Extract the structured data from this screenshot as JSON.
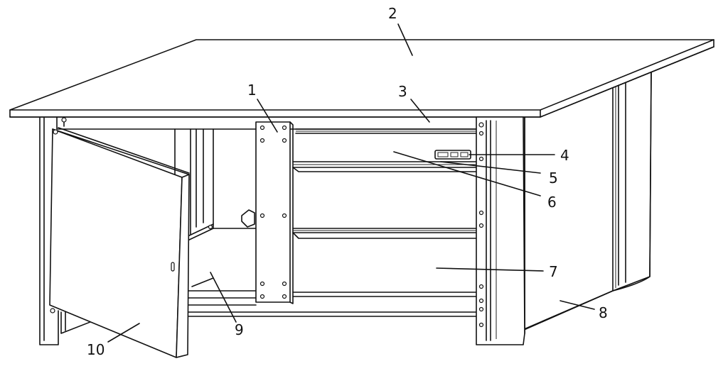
{
  "figure": {
    "labels": [
      {
        "id": "label-1",
        "text": "1"
      },
      {
        "id": "label-2",
        "text": "2"
      },
      {
        "id": "label-3",
        "text": "3"
      },
      {
        "id": "label-4",
        "text": "4"
      },
      {
        "id": "label-5",
        "text": "5"
      },
      {
        "id": "label-6",
        "text": "6"
      },
      {
        "id": "label-7",
        "text": "7"
      },
      {
        "id": "label-8",
        "text": "8"
      },
      {
        "id": "label-9",
        "text": "9"
      },
      {
        "id": "label-10",
        "text": "10"
      }
    ]
  }
}
